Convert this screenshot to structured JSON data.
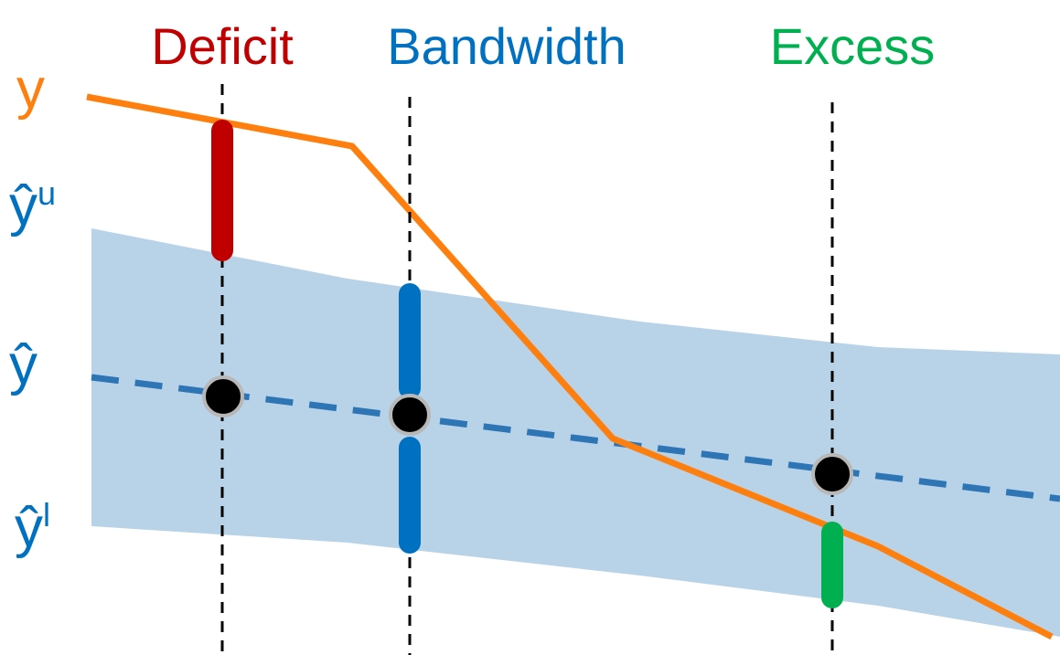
{
  "colors": {
    "y_line": "#ff7f0e",
    "prediction_dashed": "#2e75b6",
    "interval_band": "#b8d3e8",
    "deficit": "#c00000",
    "bandwidth": "#0070c0",
    "excess": "#00b050",
    "marker": "#000000",
    "guide": "#000000"
  },
  "headers": {
    "deficit": "Deficit",
    "bandwidth": "Bandwidth",
    "excess": "Excess"
  },
  "y_labels": {
    "y": "y",
    "y_upper_base": "ŷ",
    "y_upper_sup": "u",
    "y_hat": "ŷ",
    "y_lower_base": "ŷ",
    "y_lower_sup": "l"
  }
}
